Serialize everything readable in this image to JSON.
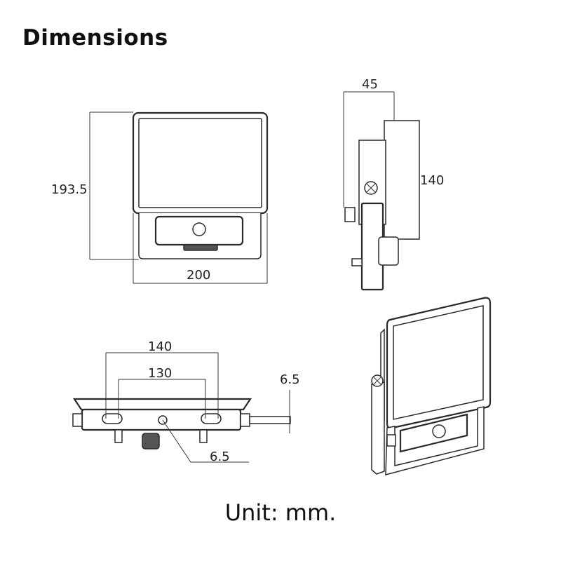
{
  "title": "Dimensions",
  "unit_note": "Unit: mm.",
  "front_view": {
    "height_label": "193.5",
    "width_label": "200"
  },
  "side_view": {
    "depth_label": "45",
    "height_label": "140"
  },
  "bottom_view": {
    "outer_spacing_label": "140",
    "inner_spacing_label": "130",
    "thickness_label": "6.5",
    "hole_label": "6.5"
  }
}
